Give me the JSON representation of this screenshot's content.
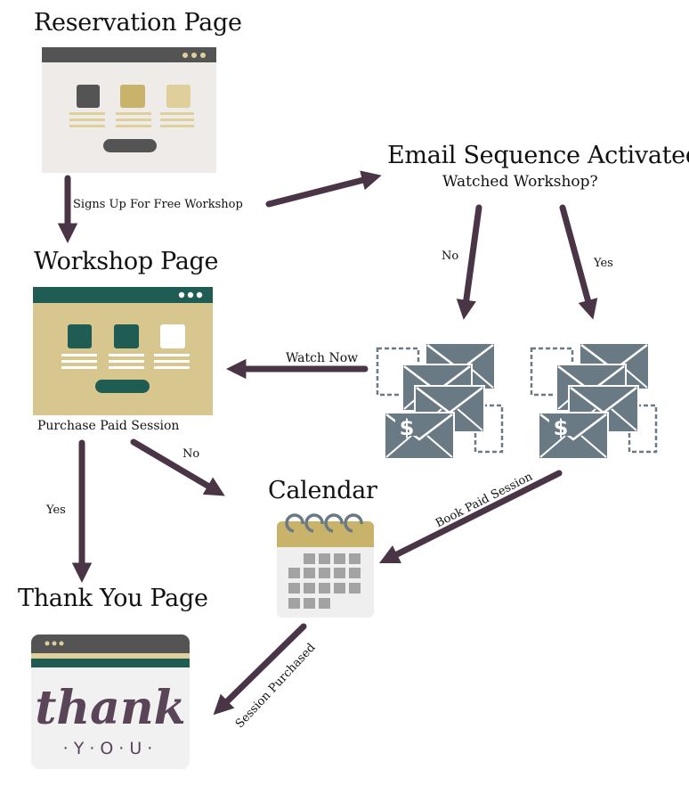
{
  "nodes": {
    "reservation": {
      "title": "Reservation Page"
    },
    "workshop": {
      "title": "Workshop Page",
      "caption": "Purchase Paid Session"
    },
    "email": {
      "title": "Email Sequence Activated:",
      "subtitle": "Watched Workshop?"
    },
    "calendar": {
      "title": "Calendar"
    },
    "thankyou": {
      "title": "Thank You Page",
      "art_text": "thank you"
    }
  },
  "edges": {
    "signs_up": "Signs Up For Free Workshop",
    "no_email": "No",
    "yes_email": "Yes",
    "watch_now": "Watch Now",
    "no_purchase": "No",
    "yes_purchase": "Yes",
    "book_paid": "Book Paid Session",
    "session_purchased": "Session Purchased"
  },
  "colors": {
    "arrow": "#4a3546",
    "dark_gray": "#545454",
    "gold": "#c9b36a",
    "light_gold": "#dfcf9a",
    "teal": "#1f5c53",
    "envelope": "#6a7a84",
    "page_bg": "#efebe8",
    "workshop_bg": "#d8c68f",
    "cal_cell": "#a3a3a3"
  },
  "icons": [
    "browser-window-icon",
    "envelope-stack-icon",
    "calendar-icon",
    "thank-you-card-icon"
  ]
}
